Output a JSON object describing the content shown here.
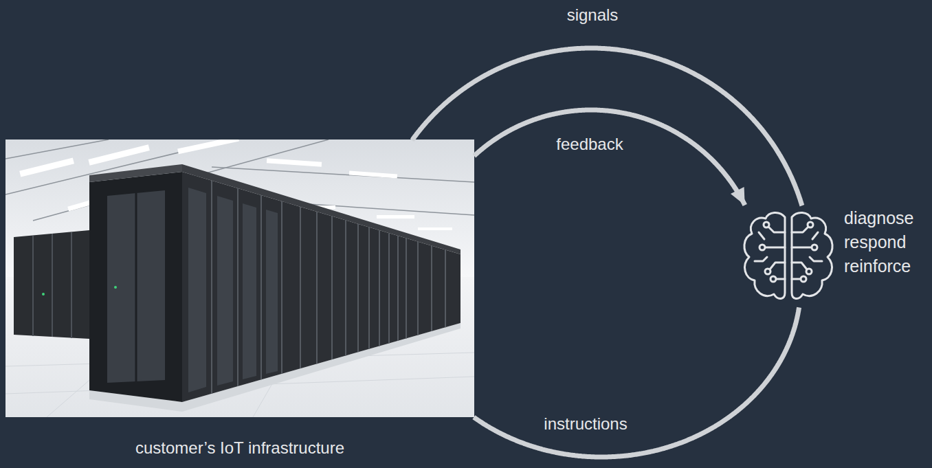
{
  "diagram": {
    "nodes": [
      {
        "text": [
          "customer’s IoT infrastructure"
        ]
      },
      {
        "text": [
          "diagnose respond reinforce"
        ]
      }
    ],
    "edges": [
      {
        "from": 0,
        "to": 1,
        "label": "signals",
        "arrow": "none"
      },
      {
        "from": 0,
        "to": 1,
        "label": "feedback",
        "arrow": "to"
      },
      {
        "from": 1,
        "to": 0,
        "label": "instructions",
        "arrow": "none"
      }
    ]
  }
}
